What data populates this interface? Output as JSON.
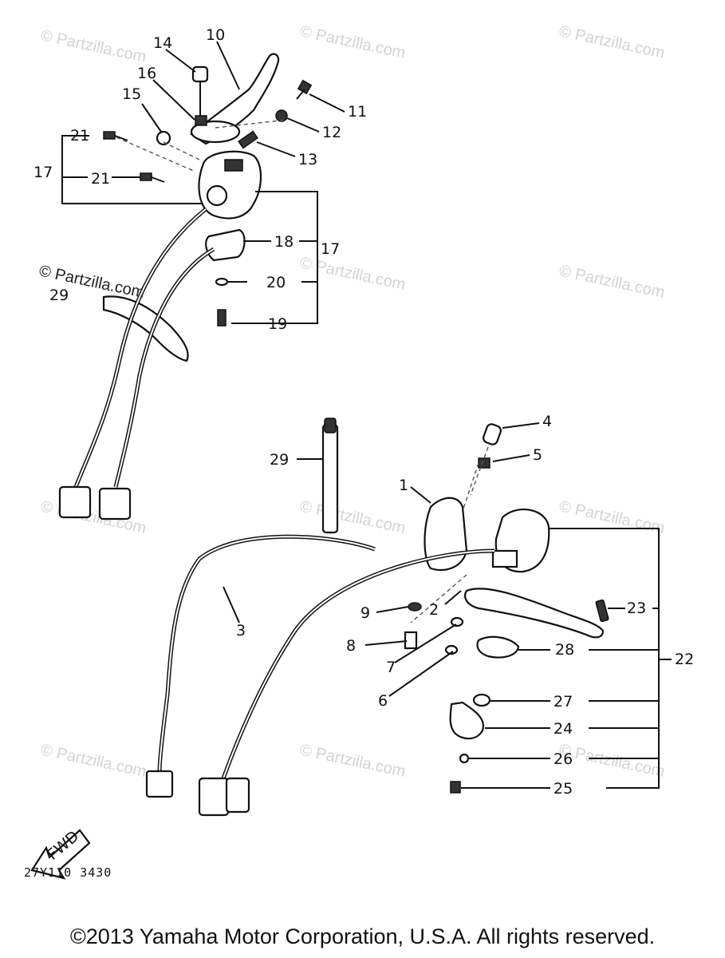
{
  "watermark": "© Partzilla.com",
  "diagram_code": "27Y110 3430",
  "fwd_label": "FWD",
  "copyright": "©2013 Yamaha Motor Corporation, U.S.A. All rights reserved.",
  "callouts": {
    "c1": "1",
    "c2": "2",
    "c3": "3",
    "c4": "4",
    "c5": "5",
    "c6": "6",
    "c7": "7",
    "c8": "8",
    "c9": "9",
    "c10": "10",
    "c11": "11",
    "c12": "12",
    "c13": "13",
    "c14": "14",
    "c15": "15",
    "c16": "16",
    "c17a": "17",
    "c17b": "17",
    "c18": "18",
    "c19": "19",
    "c20": "20",
    "c21a": "21",
    "c21b": "21",
    "c22": "22",
    "c23": "23",
    "c24": "24",
    "c25": "25",
    "c26": "26",
    "c27": "27",
    "c28": "28",
    "c29a": "29",
    "c29b": "29"
  }
}
